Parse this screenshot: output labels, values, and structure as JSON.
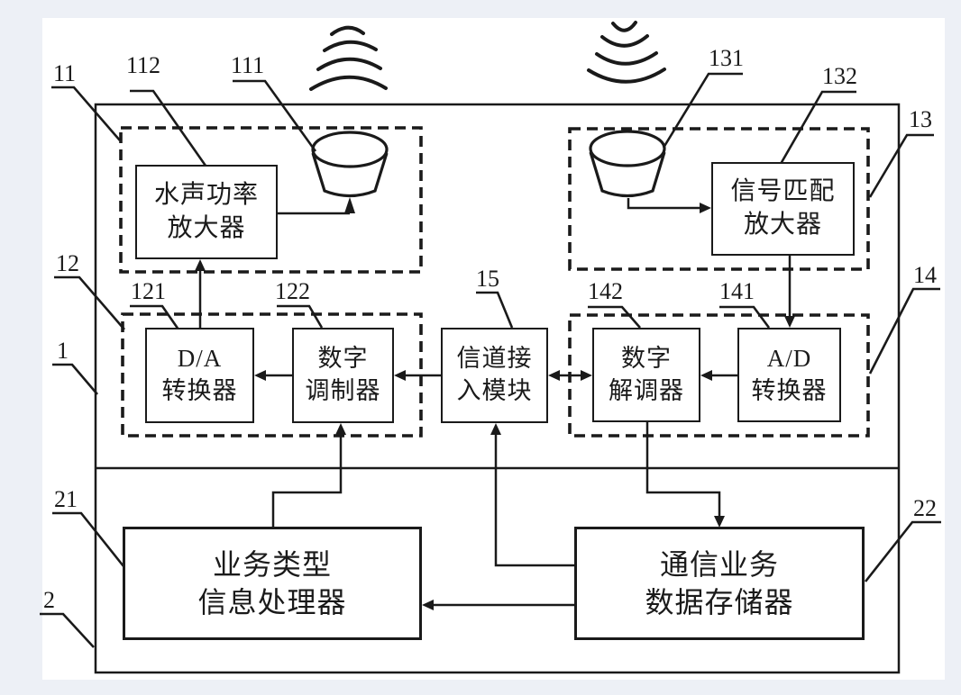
{
  "figure": {
    "type": "patent-block-diagram",
    "palette": {
      "line": "#1a1a1a",
      "page_bg": "#ffffff",
      "margin_bg": "#edf0f6"
    }
  },
  "boxes": {
    "power_amp": {
      "line1": "水声功率",
      "line2": "放大器"
    },
    "signal_match_amp": {
      "line1": "信号匹配",
      "line2": "放大器"
    },
    "da_converter": {
      "line1": "D/A",
      "line2": "转换器"
    },
    "digital_modulator": {
      "line1": "数字",
      "line2": "调制器"
    },
    "channel_access": {
      "line1": "信道接",
      "line2": "入模块"
    },
    "digital_demodulator": {
      "line1": "数字",
      "line2": "解调器"
    },
    "ad_converter": {
      "line1": "A/D",
      "line2": "转换器"
    },
    "service_type_processor": {
      "line1": "业务类型",
      "line2": "信息处理器"
    },
    "comm_data_storage": {
      "line1": "通信业务",
      "line2": "数据存储器"
    }
  },
  "ref_labels": {
    "r1": "1",
    "r2": "2",
    "r11": "11",
    "r12": "12",
    "r13": "13",
    "r14": "14",
    "r15": "15",
    "r21": "21",
    "r22": "22",
    "r111": "111",
    "r112": "112",
    "r121": "121",
    "r122": "122",
    "r131": "131",
    "r132": "132",
    "r141": "141",
    "r142": "142"
  }
}
